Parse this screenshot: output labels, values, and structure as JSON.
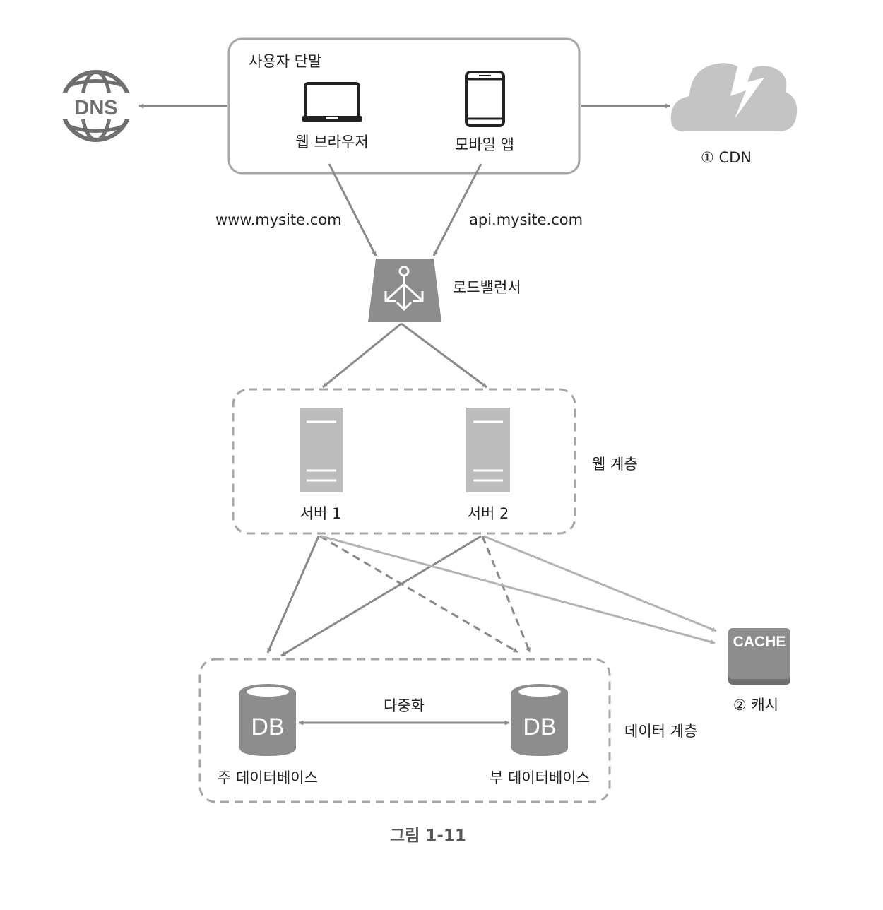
{
  "user_devices": {
    "title": "사용자 단말",
    "web_browser": "웹 브라우저",
    "mobile_app": "모바일 앱"
  },
  "dns": {
    "label": "DNS"
  },
  "cdn": {
    "label": "① CDN"
  },
  "urls": {
    "web": "www.mysite.com",
    "api": "api.mysite.com"
  },
  "load_balancer": {
    "label": "로드밸런서"
  },
  "web_tier": {
    "label": "웹 계층",
    "server1": "서버 1",
    "server2": "서버 2"
  },
  "cache": {
    "box_text": "CACHE",
    "label": "② 캐시"
  },
  "data_tier": {
    "label": "데이터 계층",
    "replication": "다중화",
    "db_text": "DB",
    "master": "주 데이터베이스",
    "slave": "부 데이터베이스"
  },
  "caption": "그림 1-11",
  "colors": {
    "box_stroke": "#a6a6a6",
    "arrow": "#8a8a8a",
    "arrow_light": "#b3b3b3",
    "icon_dark": "#222222",
    "icon_gray": "#6f6f6f",
    "server": "#bcbcbc",
    "cdn_cloud": "#c4c4c4",
    "cache_box": "#8d8d8d"
  }
}
